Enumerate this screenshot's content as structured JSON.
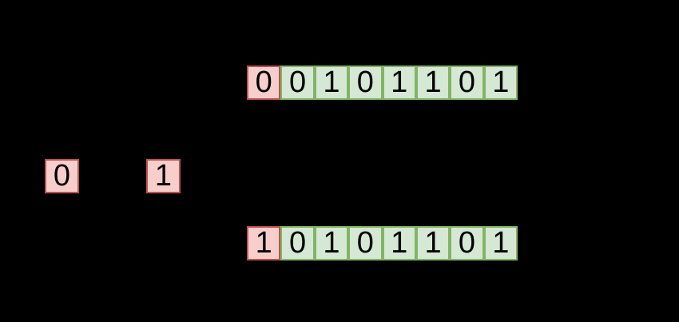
{
  "background_color": "#000000",
  "colors": {
    "sign_cell_fill": "#f8cecc",
    "sign_cell_border": "#b85450",
    "value_cell_fill": "#d5e8d4",
    "value_cell_border": "#82b366",
    "digit_color": "#000000"
  },
  "diagram": {
    "positive_byte": {
      "bits": [
        "0",
        "0",
        "1",
        "0",
        "1",
        "1",
        "0",
        "1"
      ],
      "sign_bit_index": 0
    },
    "negative_byte": {
      "bits": [
        "1",
        "0",
        "1",
        "0",
        "1",
        "1",
        "0",
        "1"
      ],
      "sign_bit_index": 0
    },
    "sign_legend": [
      {
        "label": "0"
      },
      {
        "label": "1"
      }
    ]
  }
}
